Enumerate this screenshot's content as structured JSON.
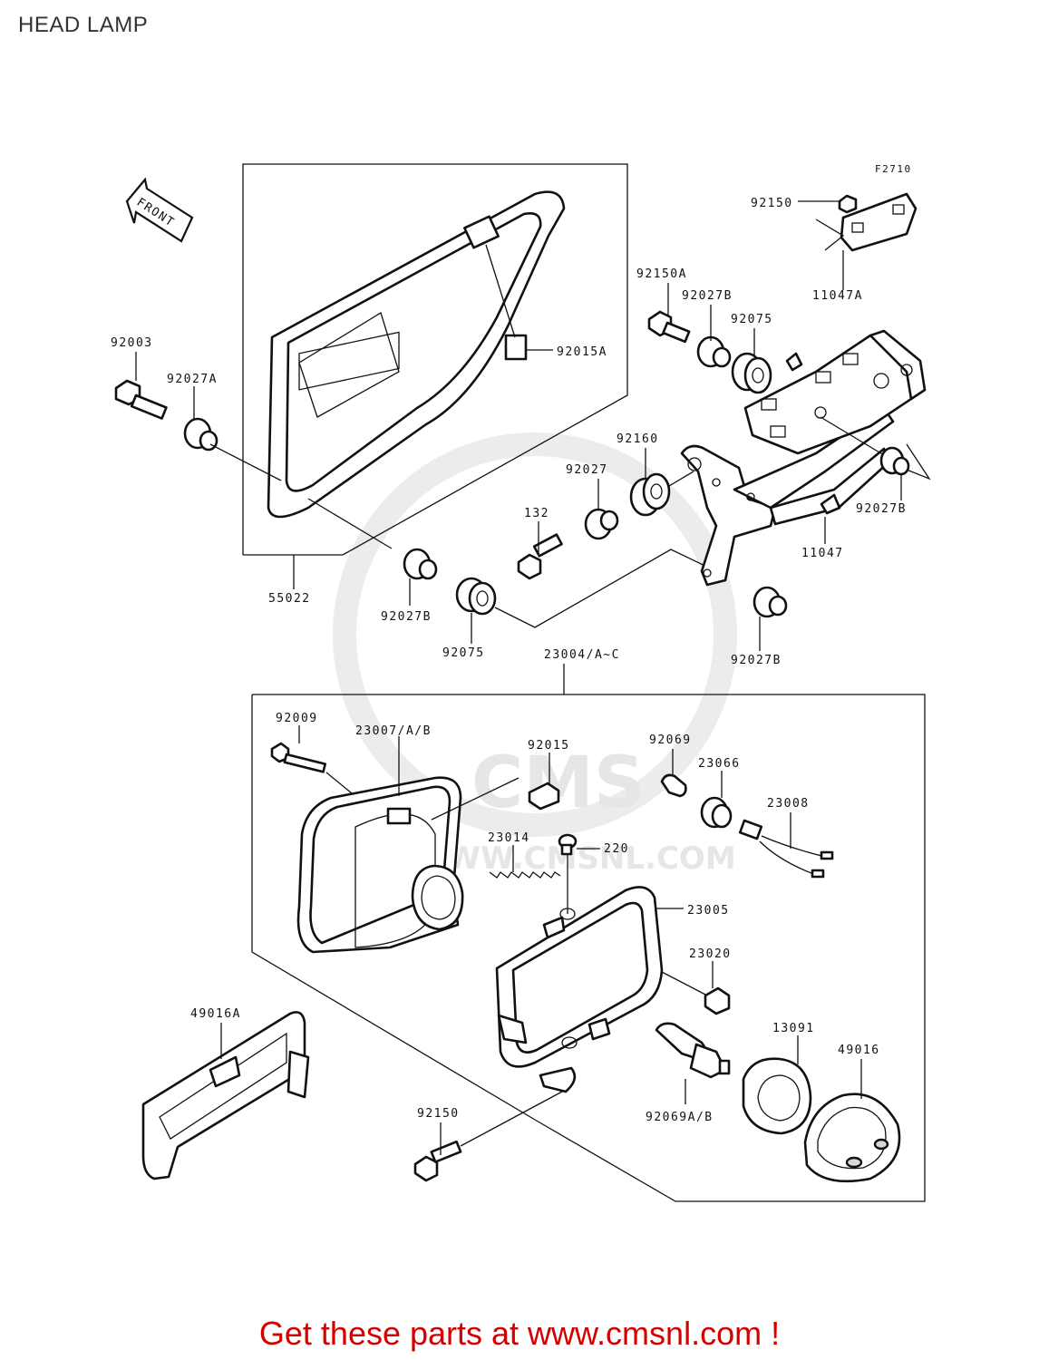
{
  "header": {
    "title": "HEAD LAMP"
  },
  "figure_code": "F2710",
  "front_arrow_label": "FRONT",
  "watermark": {
    "text1": "CMS",
    "text2": "WWW.CMSNL.COM"
  },
  "parts": [
    {
      "id": "p01",
      "label": "92150"
    },
    {
      "id": "p02",
      "label": "11047A"
    },
    {
      "id": "p03",
      "label": "92150A"
    },
    {
      "id": "p04",
      "label": "92027B"
    },
    {
      "id": "p05",
      "label": "92075"
    },
    {
      "id": "p06",
      "label": "92003"
    },
    {
      "id": "p07",
      "label": "92027A"
    },
    {
      "id": "p08",
      "label": "92015A"
    },
    {
      "id": "p09",
      "label": "92160"
    },
    {
      "id": "p10",
      "label": "92027"
    },
    {
      "id": "p11",
      "label": "92027B"
    },
    {
      "id": "p12",
      "label": "132"
    },
    {
      "id": "p13",
      "label": "11047"
    },
    {
      "id": "p14",
      "label": "55022"
    },
    {
      "id": "p15",
      "label": "92027B"
    },
    {
      "id": "p16",
      "label": "92075"
    },
    {
      "id": "p17",
      "label": "92027B"
    },
    {
      "id": "p18",
      "label": "23004/A~C"
    },
    {
      "id": "p19",
      "label": "92009"
    },
    {
      "id": "p20",
      "label": "23007/A/B"
    },
    {
      "id": "p21",
      "label": "92015"
    },
    {
      "id": "p22",
      "label": "92069"
    },
    {
      "id": "p23",
      "label": "23066"
    },
    {
      "id": "p24",
      "label": "23008"
    },
    {
      "id": "p25",
      "label": "23014"
    },
    {
      "id": "p26",
      "label": "220"
    },
    {
      "id": "p27",
      "label": "23005"
    },
    {
      "id": "p28",
      "label": "23020"
    },
    {
      "id": "p29",
      "label": "49016A"
    },
    {
      "id": "p30",
      "label": "13091"
    },
    {
      "id": "p31",
      "label": "49016"
    },
    {
      "id": "p32",
      "label": "92069A/B"
    },
    {
      "id": "p33",
      "label": "92150"
    }
  ],
  "footer": {
    "text": "Get these parts at www.cmsnl.com !",
    "color": "#d40000"
  }
}
